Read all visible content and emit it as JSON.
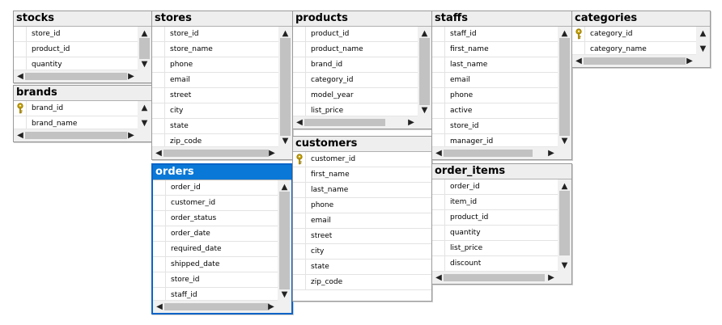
{
  "tables": {
    "stocks": {
      "title": "stocks",
      "columns": [
        "store_id",
        "product_id",
        "quantity"
      ]
    },
    "brands": {
      "title": "brands",
      "columns": [
        "brand_id",
        "brand_name"
      ]
    },
    "stores": {
      "title": "stores",
      "columns": [
        "store_id",
        "store_name",
        "phone",
        "email",
        "street",
        "city",
        "state",
        "zip_code"
      ]
    },
    "orders": {
      "title": "orders",
      "columns": [
        "order_id",
        "customer_id",
        "order_status",
        "order_date",
        "required_date",
        "shipped_date",
        "store_id",
        "staff_id"
      ]
    },
    "products": {
      "title": "products",
      "columns": [
        "product_id",
        "product_name",
        "brand_id",
        "category_id",
        "model_year",
        "list_price"
      ]
    },
    "customers": {
      "title": "customers",
      "columns": [
        "customer_id",
        "first_name",
        "last_name",
        "phone",
        "email",
        "street",
        "city",
        "state",
        "zip_code"
      ]
    },
    "staffs": {
      "title": "staffs",
      "columns": [
        "staff_id",
        "first_name",
        "last_name",
        "email",
        "phone",
        "active",
        "store_id",
        "manager_id"
      ]
    },
    "order_items": {
      "title": "order_items",
      "columns": [
        "order_id",
        "item_id",
        "product_id",
        "quantity",
        "list_price",
        "discount"
      ]
    },
    "categories": {
      "title": "categories",
      "columns": [
        "category_id",
        "category_name"
      ]
    }
  },
  "colors": {
    "selected_title_bg": "#0a78d7",
    "selected_border": "#0a64c8",
    "primary_key_icon": "#c8a400"
  },
  "icons": {
    "primary_key": "primary-key-icon",
    "scroll_up": "▲",
    "scroll_down": "▼",
    "scroll_left": "◀",
    "scroll_right": "▶"
  }
}
